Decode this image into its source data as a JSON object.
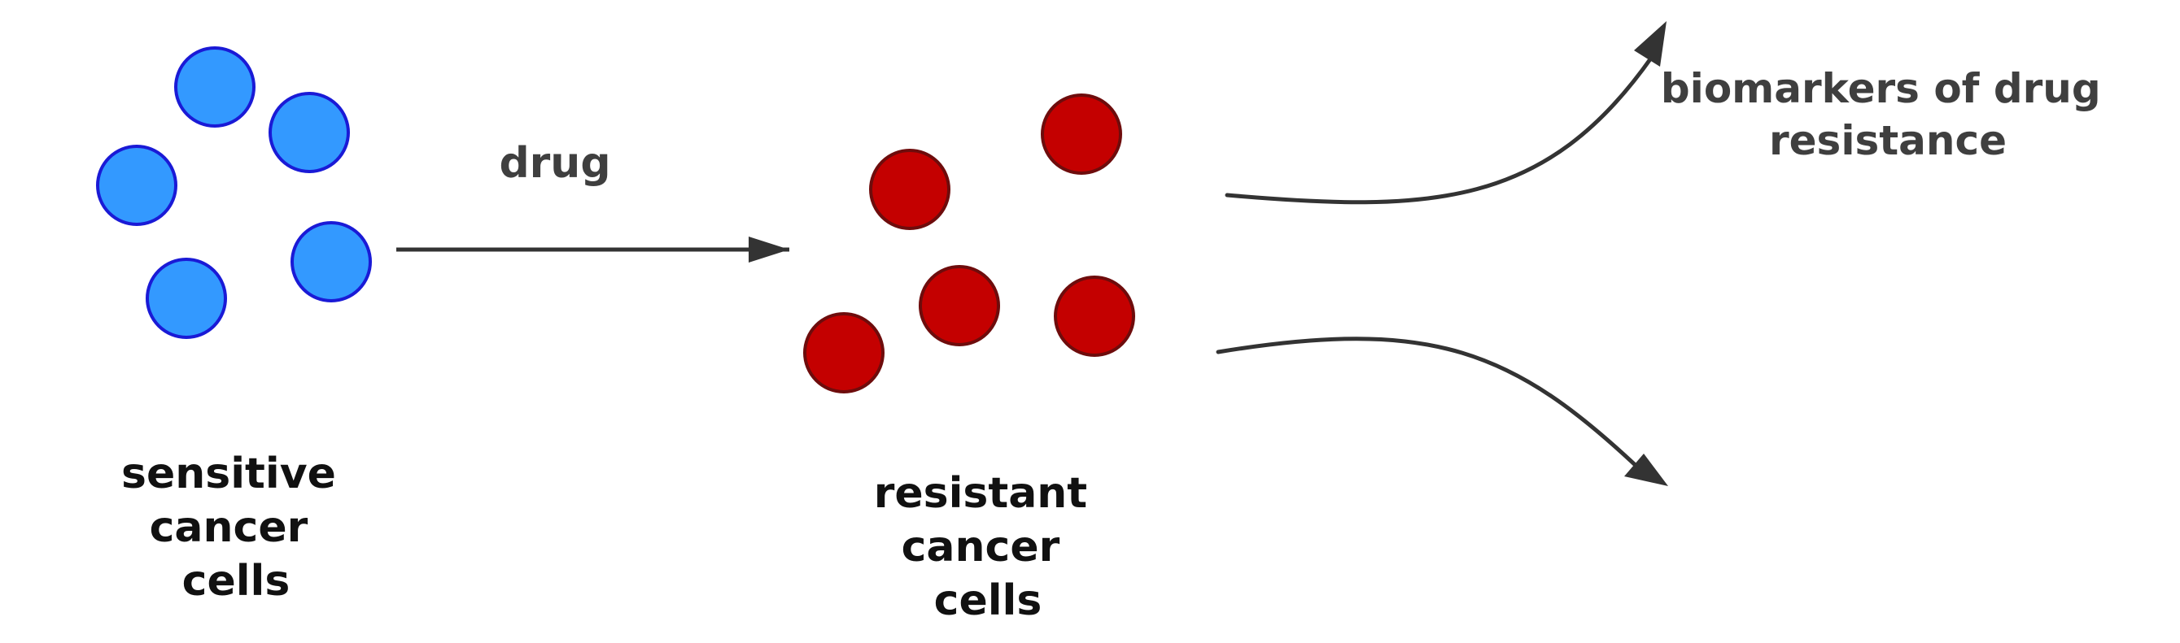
{
  "diagram": {
    "sensitive_label": [
      "sensitive",
      "cancer",
      "cells"
    ],
    "drug_label": "drug",
    "resistant_label": [
      "resistant",
      "cancer",
      "cells"
    ],
    "biomarker_label": [
      "biomarkers of drug",
      "resistance"
    ]
  },
  "colors": {
    "sensitive_fill": "#3399ff",
    "sensitive_stroke": "#1a1ad6",
    "resistant_fill": "#c40000",
    "resistant_stroke": "#6e0c0c",
    "arrow": "#333333"
  }
}
